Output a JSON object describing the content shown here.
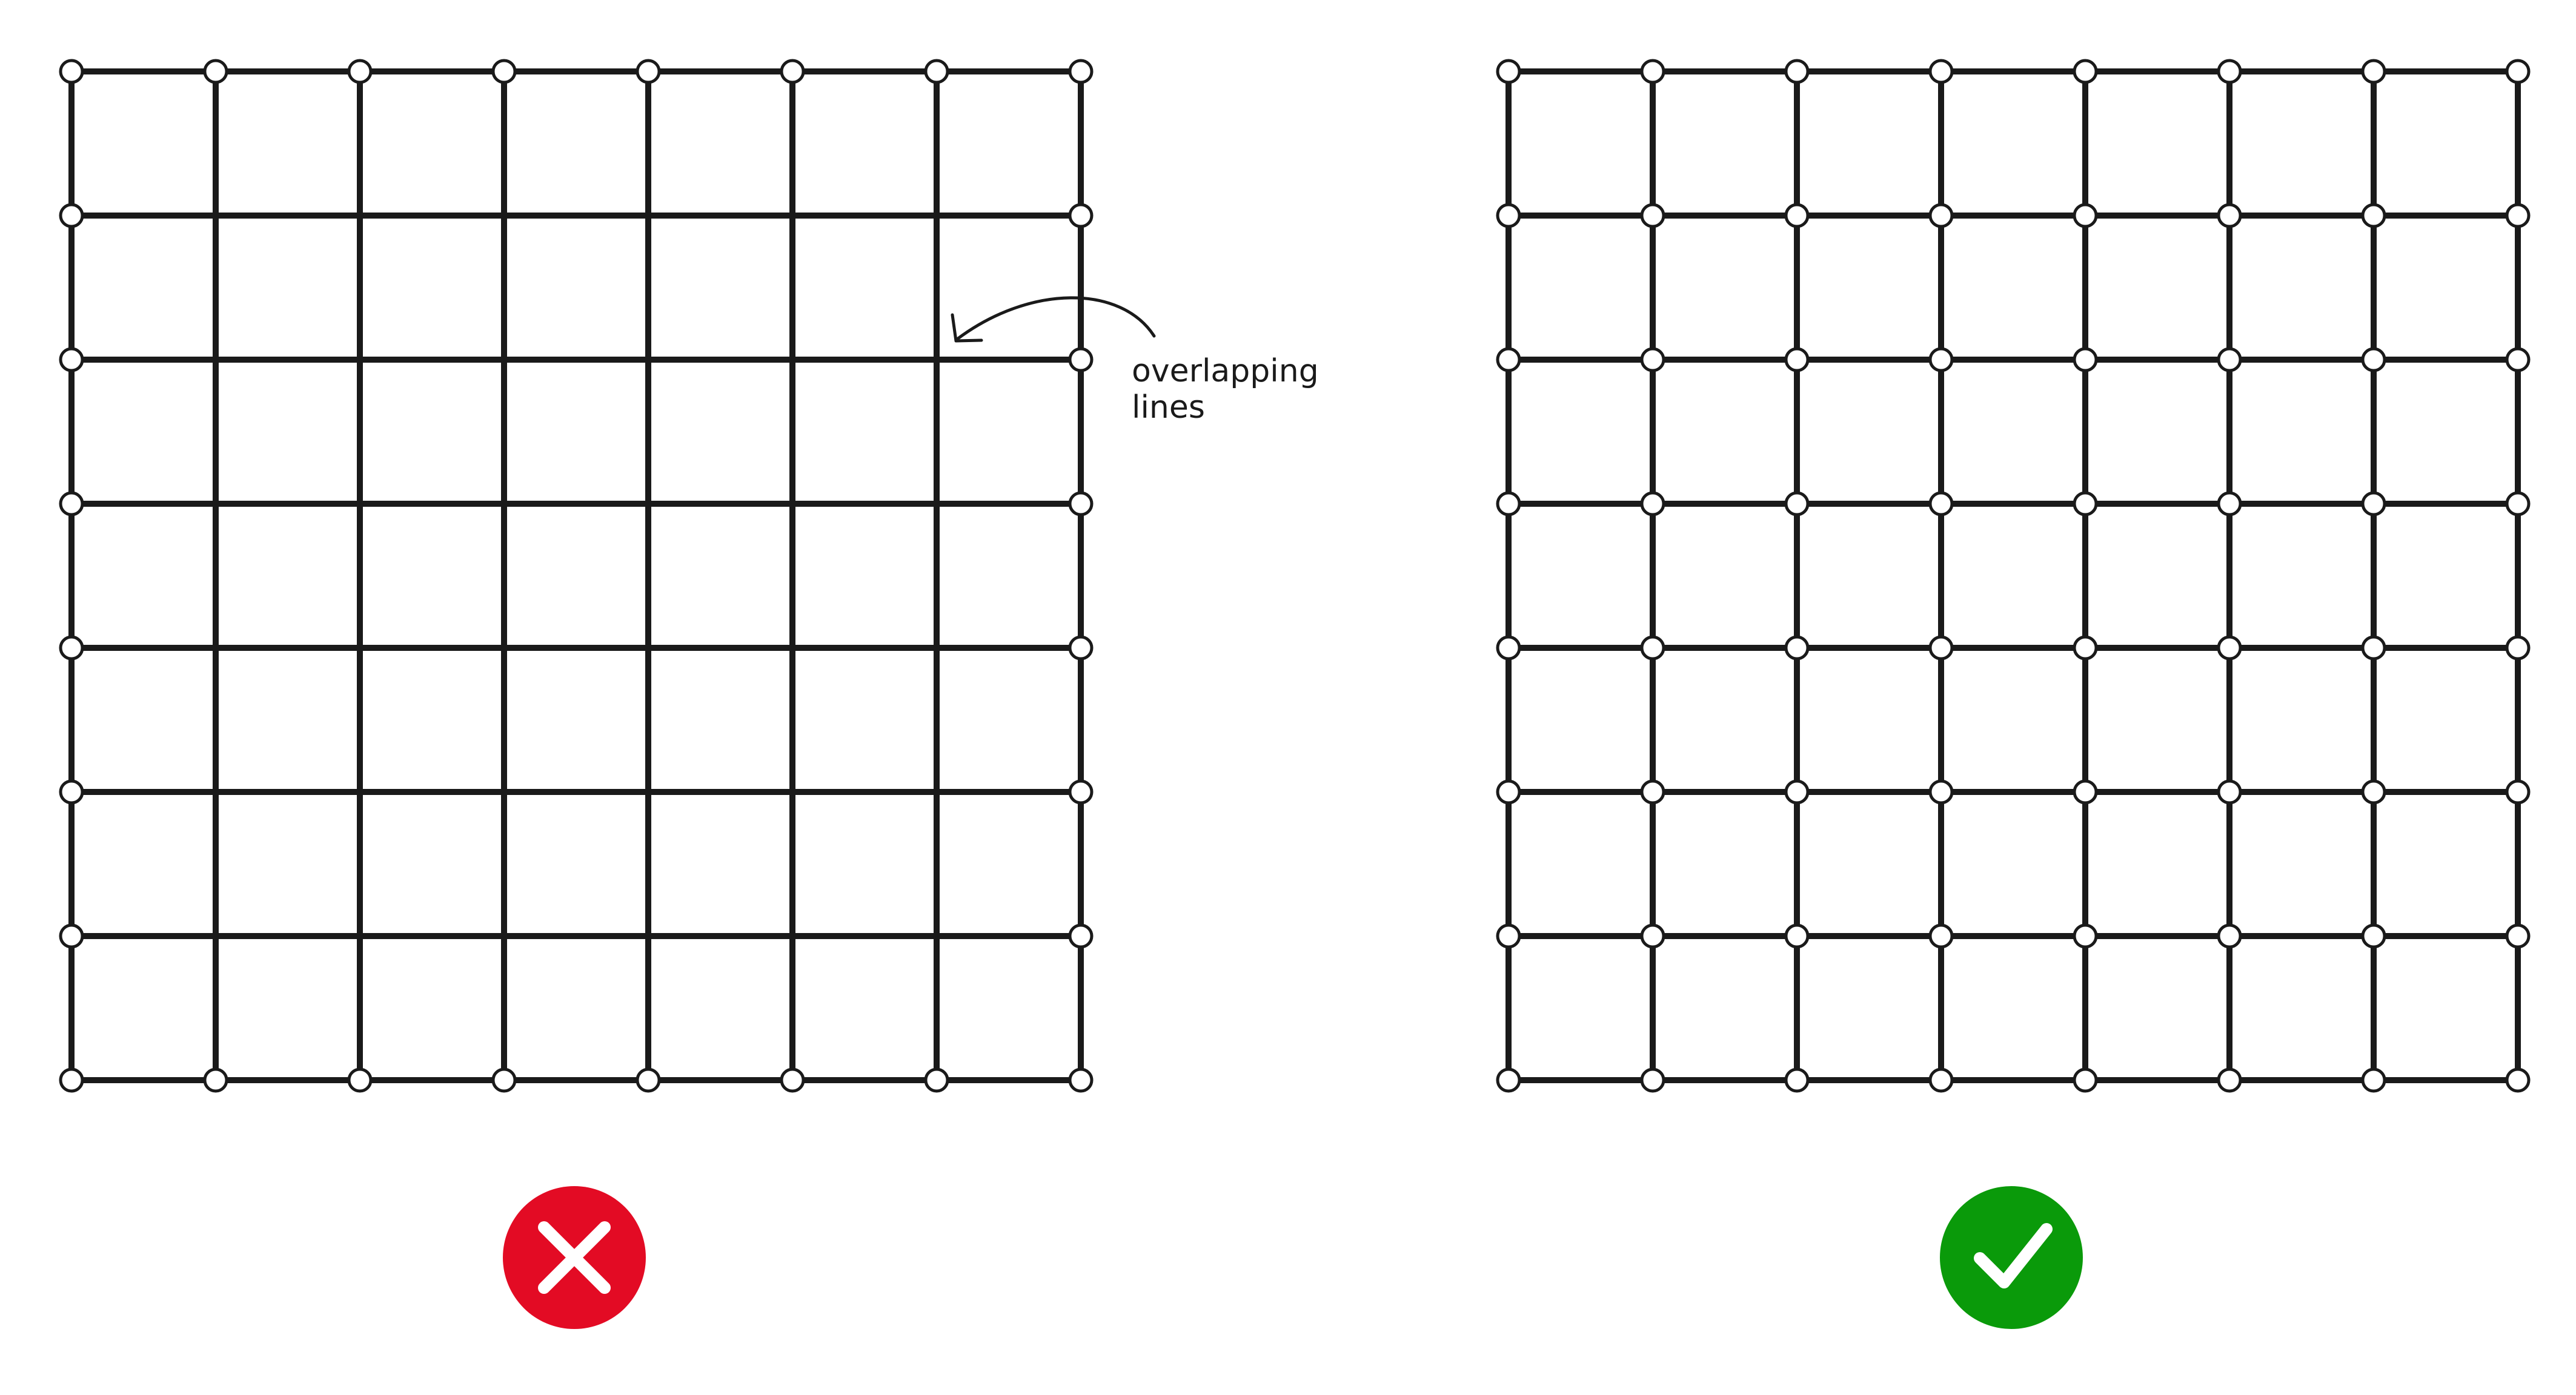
{
  "left_panel": {
    "verdict": "incorrect",
    "badge_icon": "cross-icon",
    "badge_color": "#e30b24",
    "grid": {
      "cells_per_side": 7,
      "nodes_on": "perimeter-only"
    },
    "annotation": {
      "lines": [
        "overlapping",
        "lines"
      ],
      "icon": "curved-arrow-icon"
    }
  },
  "right_panel": {
    "verdict": "correct",
    "badge_icon": "check-icon",
    "badge_color": "#0a9a0a",
    "grid": {
      "cells_per_side": 7,
      "nodes_on": "all-intersections"
    }
  },
  "colors": {
    "line": "#1a1a1a",
    "node_fill": "#ffffff",
    "background": "#ffffff"
  }
}
